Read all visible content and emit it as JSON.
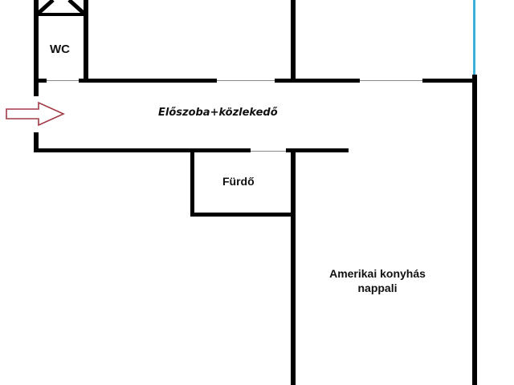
{
  "floorplan": {
    "rooms": {
      "wc": {
        "label": "WC"
      },
      "hallway": {
        "label": "Előszoba+közlekedő"
      },
      "bathroom": {
        "label": "Fürdő"
      },
      "living": {
        "line1": "Amerikai konyhás",
        "line2": "nappali"
      }
    },
    "entrance": {
      "icon": "entrance-arrow-icon",
      "color": "#a03b45"
    },
    "colors": {
      "wall": "#000000",
      "window": "#3db0d8",
      "door_line": "#8a8a8a"
    }
  }
}
